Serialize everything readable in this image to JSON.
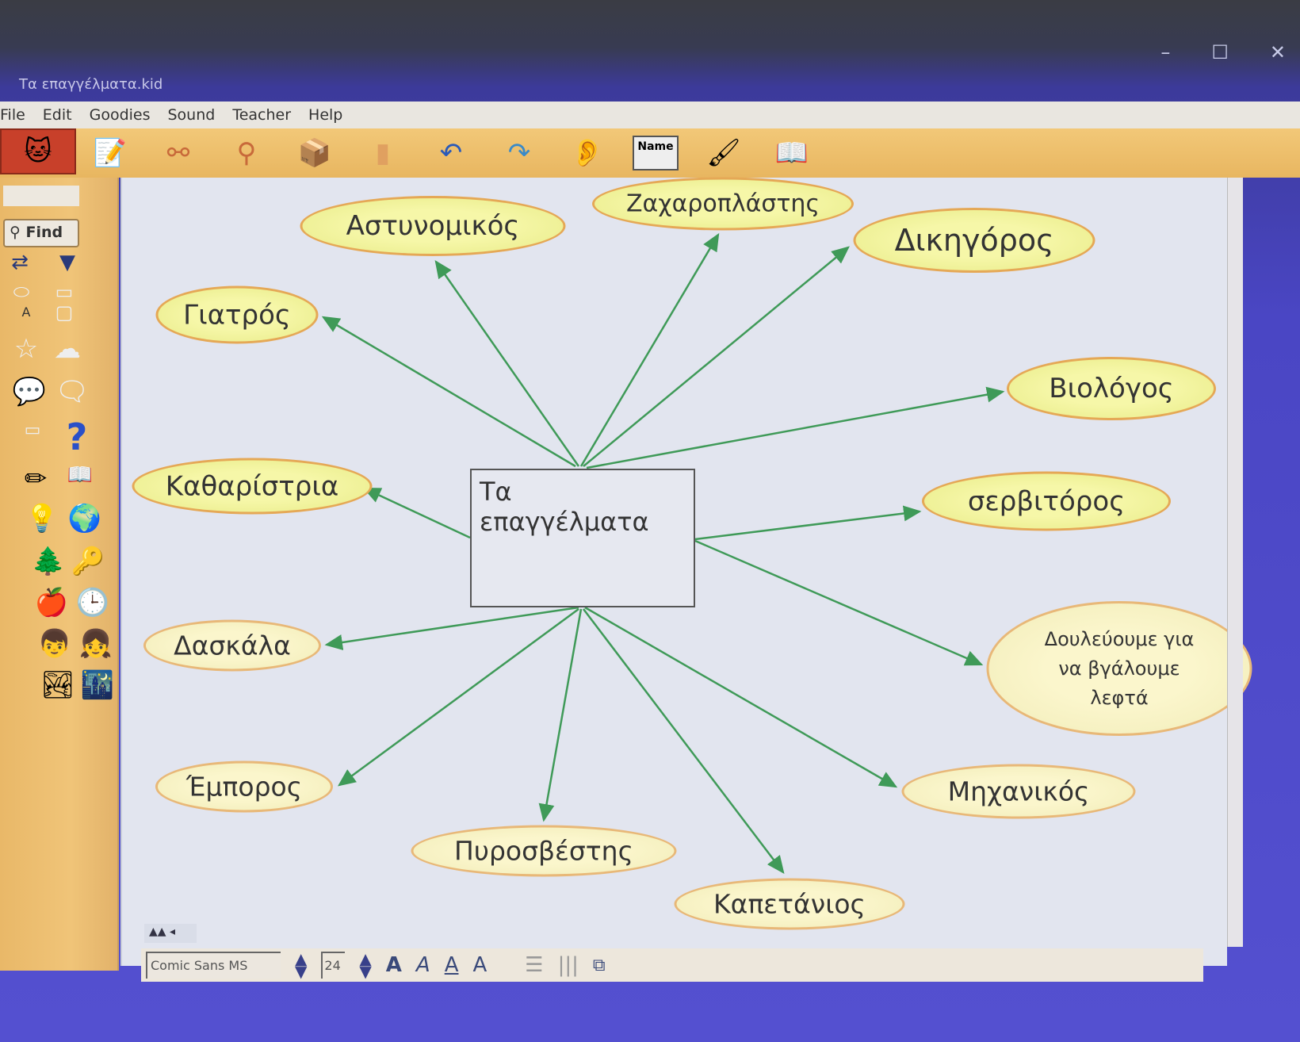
{
  "window": {
    "title": "Τα επαγγέλματα.kid",
    "controls": [
      "–",
      "☐",
      "✕"
    ]
  },
  "menu": [
    "File",
    "Edit",
    "Goodies",
    "Sound",
    "Teacher",
    "Help"
  ],
  "toolbar": {
    "icons": [
      "note-view-icon",
      "add-link-icon",
      "link-icon",
      "goodies-box-icon",
      "eraser-icon",
      "undo-icon",
      "redo-icon",
      "ear-sound-icon",
      "name-icon",
      "brush-icon",
      "book-magnifier-icon"
    ],
    "name_label": "Name"
  },
  "palette": {
    "find_label": "Find",
    "text_label": "A"
  },
  "diagram": {
    "central": "Τα επαγγέλματα",
    "nodes": [
      "Αστυνομικός",
      "Ζαχαροπλάστης",
      "Δικηγόρος",
      "Γιατρός",
      "Βιολόγος",
      "Καθαρίστρια",
      "σερβιτόρος",
      "Δουλεύουμε για να βγάλουμε λεφτά",
      "Δασκάλα",
      "Μηχανικός",
      "Έμπορος",
      "Πυροσβέστης",
      "Καπετάνιος"
    ],
    "link_color": "#3f9a58"
  },
  "format_bar": {
    "font": "Comic Sans MS",
    "size": "24",
    "bold": "A",
    "italic": "A",
    "underline": "A",
    "color": "A"
  }
}
